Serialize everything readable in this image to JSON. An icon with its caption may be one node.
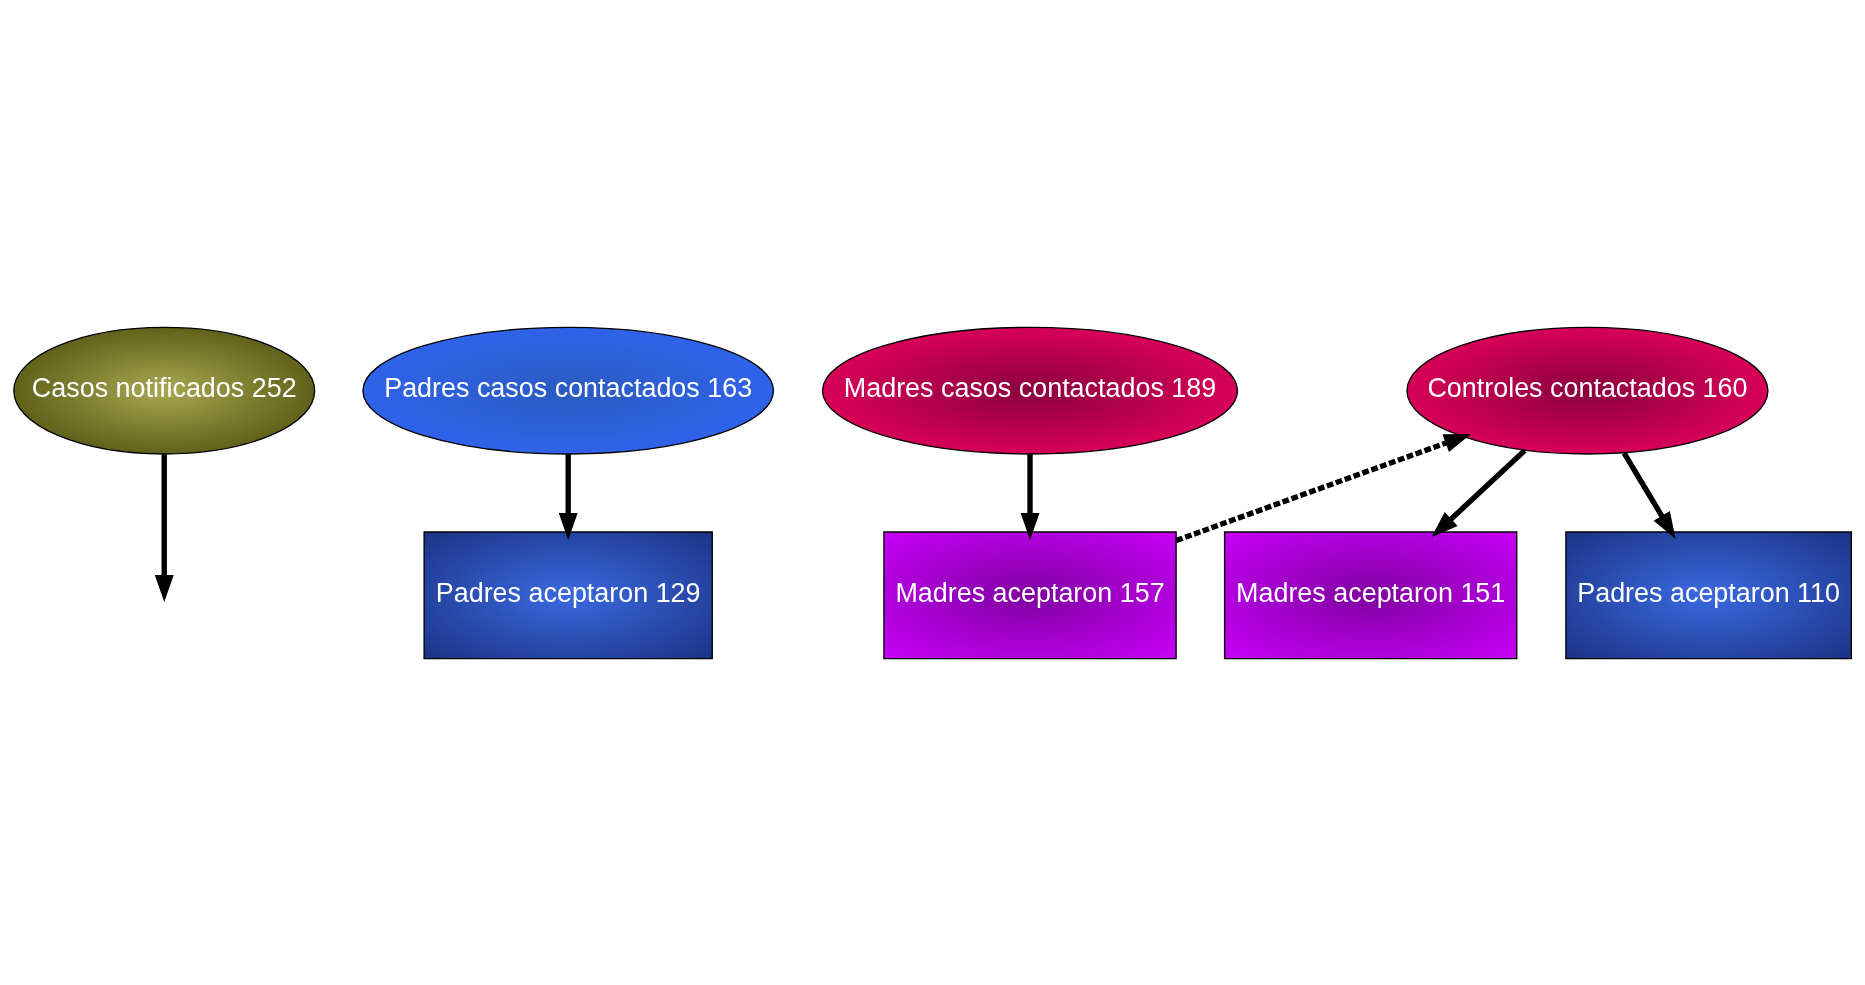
{
  "diagram": {
    "nodes": [
      {
        "text": [
          "Casos notificados 252"
        ]
      },
      {
        "text": [
          "Padres casos contactados 163"
        ]
      },
      {
        "text": [
          "Madres casos contactados 189"
        ]
      },
      {
        "text": [
          "Controles contactados 160"
        ]
      },
      {
        "text": [
          "Padres aceptaron 129"
        ]
      },
      {
        "text": [
          "Madres aceptaron 157"
        ]
      },
      {
        "text": [
          "Madres aceptaron 151"
        ]
      },
      {
        "text": [
          "Padres aceptaron 110"
        ]
      }
    ],
    "edges": [
      {
        "from": 0,
        "to": null,
        "arrow": "to"
      },
      {
        "from": 1,
        "to": 4,
        "arrow": "to"
      },
      {
        "from": 2,
        "to": 5,
        "arrow": "to"
      },
      {
        "from": 5,
        "to": 3,
        "arrow": "to",
        "style": "dashed"
      },
      {
        "from": 3,
        "to": 6,
        "arrow": "to"
      },
      {
        "from": 3,
        "to": 7,
        "arrow": "to"
      }
    ]
  }
}
